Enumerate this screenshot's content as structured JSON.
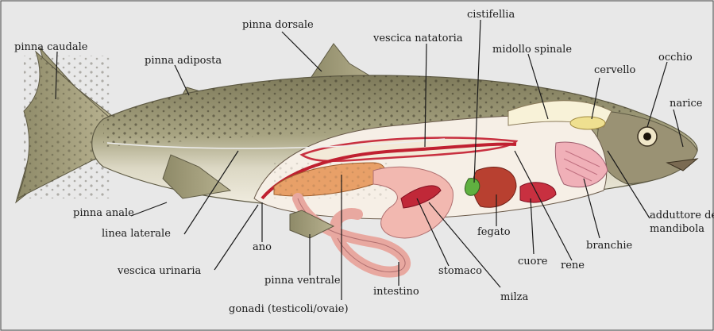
{
  "labels": {
    "pinna_caudale": "pinna caudale",
    "pinna_adiposta": "pinna adiposta",
    "pinna_dorsale": "pinna dorsale",
    "vescica_natatoria": "vescica natatoria",
    "cistifellia": "cistifellia",
    "midollo_spinale": "midollo spinale",
    "cervello": "cervello",
    "occhio": "occhio",
    "narice": "narice",
    "pinna_anale": "pinna anale",
    "linea_laterale": "linea laterale",
    "ano": "ano",
    "vescica_urinaria": "vescica urinaria",
    "pinna_ventrale": "pinna ventrale",
    "gonadi": "gonadi (testicoli/ovaie)",
    "intestino": "intestino",
    "stomaco": "stomaco",
    "milza": "milza",
    "fegato": "fegato",
    "cuore": "cuore",
    "rene": "rene",
    "branchie": "branchie",
    "adduttore_line1": "adduttore del",
    "adduttore_line2": "mandibola"
  },
  "colors": {
    "background": "#e8e8e8",
    "body_top": "#8a8a6a",
    "belly": "#f0ece0",
    "organ_pink": "#f2b8b0",
    "gonad_orange": "#e8a068",
    "liver_red": "#b84030",
    "heart_red": "#c83040",
    "gall_green": "#60b040"
  }
}
